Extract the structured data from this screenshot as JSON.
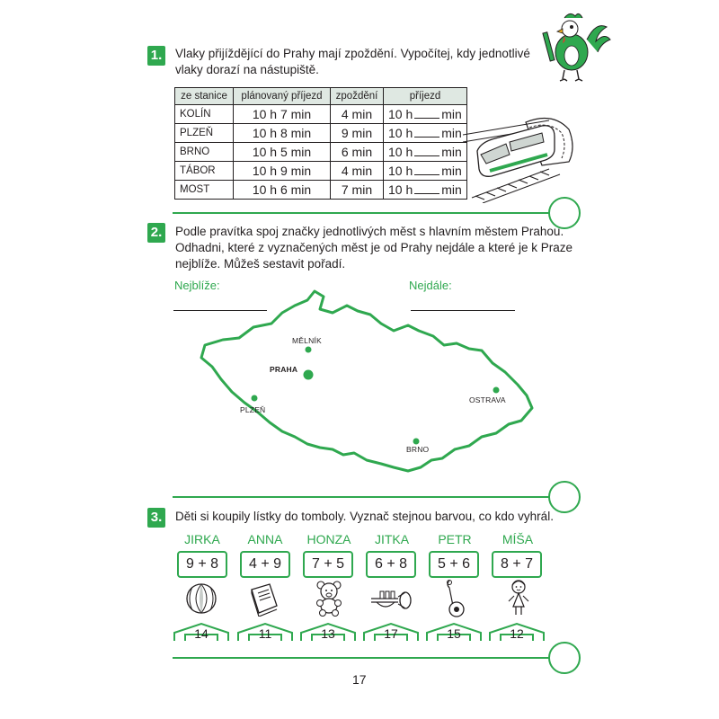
{
  "task1": {
    "number": "1.",
    "text_line1": "Vlaky přijíždějící do Prahy mají zpoždění. Vypočítej, kdy jednotlivé",
    "text_line2": "vlaky dorazí na nástupiště.",
    "headers": [
      "ze stanice",
      "plánovaný příjezd",
      "zpoždění",
      "příjezd"
    ],
    "rows": [
      {
        "city": "KOLÍN",
        "plan": "10 h 7 min",
        "delay": "4 min",
        "arr_h": "10 h",
        "arr_min": "min"
      },
      {
        "city": "PLZEŇ",
        "plan": "10 h 8 min",
        "delay": "9 min",
        "arr_h": "10 h",
        "arr_min": "min"
      },
      {
        "city": "BRNO",
        "plan": "10 h 5 min",
        "delay": "6 min",
        "arr_h": "10 h",
        "arr_min": "min"
      },
      {
        "city": "TÁBOR",
        "plan": "10 h 9 min",
        "delay": "4 min",
        "arr_h": "10 h",
        "arr_min": "min"
      },
      {
        "city": "MOST",
        "plan": "10 h 6 min",
        "delay": "7 min",
        "arr_h": "10 h",
        "arr_min": "min"
      }
    ]
  },
  "task2": {
    "number": "2.",
    "text_line1": "Podle pravítka spoj značky jednotlivých měst s hlavním městem Prahou.",
    "text_line2": "Odhadni, které z vyznačených měst je od Prahy nejdále a které je k Praze",
    "text_line3": "nejblíže. Můžeš sestavit pořadí.",
    "nearest_label": "Nejblíže:",
    "farthest_label": "Nejdále:",
    "cities": {
      "melnik": "MĚLNÍK",
      "praha": "PRAHA",
      "plzen": "PLZEŇ",
      "ostrava": "OSTRAVA",
      "brno": "BRNO"
    }
  },
  "task3": {
    "number": "3.",
    "text": "Děti si koupily lístky do tomboly. Vyznač stejnou barvou, co kdo vyhrál.",
    "children": [
      {
        "name": "JIRKA",
        "expr": "9 + 8"
      },
      {
        "name": "ANNA",
        "expr": "4 + 9"
      },
      {
        "name": "HONZA",
        "expr": "7 + 5"
      },
      {
        "name": "JITKA",
        "expr": "6 + 8"
      },
      {
        "name": "PETR",
        "expr": "5 + 6"
      },
      {
        "name": "MÍŠA",
        "expr": "8 + 7"
      }
    ],
    "prizes": [
      {
        "icon": "ball-icon",
        "number": "14"
      },
      {
        "icon": "book-icon",
        "number": "11"
      },
      {
        "icon": "teddy-bear-icon",
        "number": "13"
      },
      {
        "icon": "trumpet-icon",
        "number": "17"
      },
      {
        "icon": "yoyo-icon",
        "number": "15"
      },
      {
        "icon": "doll-icon",
        "number": "12"
      }
    ]
  },
  "page_number": "17",
  "colors": {
    "accent": "#2fa84f",
    "text": "#231f20",
    "table_header": "#dfe8e2"
  }
}
